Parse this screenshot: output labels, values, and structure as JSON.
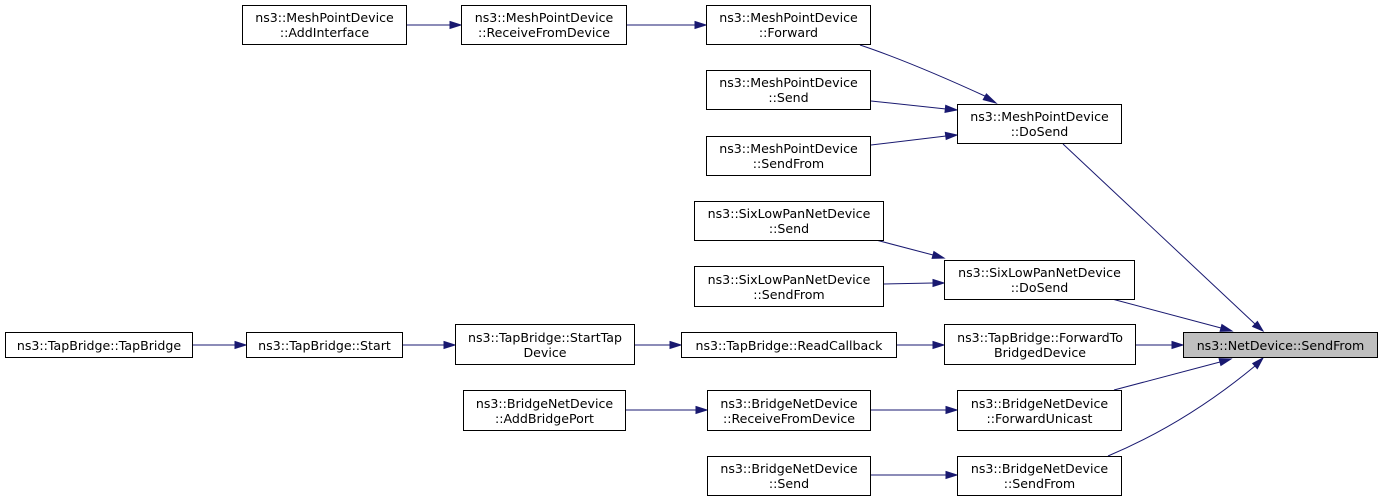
{
  "graph": {
    "colors": {
      "edge": "#191970",
      "node_border": "#000000",
      "node_fill": "#ffffff",
      "focus_fill": "#bfbfbf"
    },
    "nodes": {
      "focus": {
        "line1": "ns3::NetDevice::SendFrom"
      },
      "mpd_add_if": {
        "line1": "ns3::MeshPointDevice",
        "line2": "::AddInterface"
      },
      "mpd_recv": {
        "line1": "ns3::MeshPointDevice",
        "line2": "::ReceiveFromDevice"
      },
      "mpd_forward": {
        "line1": "ns3::MeshPointDevice",
        "line2": "::Forward"
      },
      "mpd_send": {
        "line1": "ns3::MeshPointDevice",
        "line2": "::Send"
      },
      "mpd_sendfrom": {
        "line1": "ns3::MeshPointDevice",
        "line2": "::SendFrom"
      },
      "mpd_dosend": {
        "line1": "ns3::MeshPointDevice",
        "line2": "::DoSend"
      },
      "sl_send": {
        "line1": "ns3::SixLowPanNetDevice",
        "line2": "::Send"
      },
      "sl_sendfrom": {
        "line1": "ns3::SixLowPanNetDevice",
        "line2": "::SendFrom"
      },
      "sl_dosend": {
        "line1": "ns3::SixLowPanNetDevice",
        "line2": "::DoSend"
      },
      "tb_ctor": {
        "line1": "ns3::TapBridge::TapBridge"
      },
      "tb_start": {
        "line1": "ns3::TapBridge::Start"
      },
      "tb_starttap": {
        "line1": "ns3::TapBridge::StartTap",
        "line2": "Device"
      },
      "tb_readcb": {
        "line1": "ns3::TapBridge::ReadCallback"
      },
      "tb_fwd": {
        "line1": "ns3::TapBridge::ForwardTo",
        "line2": "BridgedDevice"
      },
      "bnd_addport": {
        "line1": "ns3::BridgeNetDevice",
        "line2": "::AddBridgePort"
      },
      "bnd_recv": {
        "line1": "ns3::BridgeNetDevice",
        "line2": "::ReceiveFromDevice"
      },
      "bnd_fwdunicast": {
        "line1": "ns3::BridgeNetDevice",
        "line2": "::ForwardUnicast"
      },
      "bnd_send": {
        "line1": "ns3::BridgeNetDevice",
        "line2": "::Send"
      },
      "bnd_sendfrom": {
        "line1": "ns3::BridgeNetDevice",
        "line2": "::SendFrom"
      }
    },
    "edges": [
      {
        "from": "mpd_add_if",
        "to": "mpd_recv"
      },
      {
        "from": "mpd_recv",
        "to": "mpd_forward"
      },
      {
        "from": "mpd_forward",
        "to": "mpd_dosend"
      },
      {
        "from": "mpd_send",
        "to": "mpd_dosend"
      },
      {
        "from": "mpd_sendfrom",
        "to": "mpd_dosend"
      },
      {
        "from": "mpd_dosend",
        "to": "focus"
      },
      {
        "from": "sl_send",
        "to": "sl_dosend"
      },
      {
        "from": "sl_sendfrom",
        "to": "sl_dosend"
      },
      {
        "from": "sl_dosend",
        "to": "focus"
      },
      {
        "from": "tb_ctor",
        "to": "tb_start"
      },
      {
        "from": "tb_start",
        "to": "tb_starttap"
      },
      {
        "from": "tb_starttap",
        "to": "tb_readcb"
      },
      {
        "from": "tb_readcb",
        "to": "tb_fwd"
      },
      {
        "from": "tb_fwd",
        "to": "focus"
      },
      {
        "from": "bnd_addport",
        "to": "bnd_recv"
      },
      {
        "from": "bnd_recv",
        "to": "bnd_fwdunicast"
      },
      {
        "from": "bnd_fwdunicast",
        "to": "focus"
      },
      {
        "from": "bnd_send",
        "to": "bnd_sendfrom"
      },
      {
        "from": "bnd_sendfrom",
        "to": "focus"
      }
    ]
  }
}
